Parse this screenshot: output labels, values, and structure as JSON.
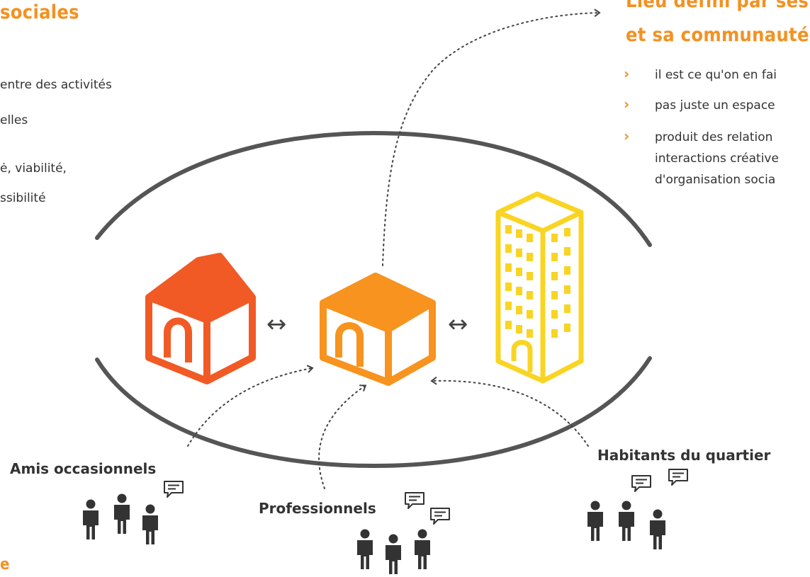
{
  "left_panel": {
    "heading": "sociales",
    "lines": [
      "entre des activités",
      "elles",
      "ė, viabilité,",
      "ssibilité"
    ],
    "bottom_fragment": "e"
  },
  "right_panel": {
    "heading_line1": "Lieu défini par ses",
    "heading_line2": "et sa communauté",
    "bullets": [
      {
        "lines": [
          "il est ce qu'on en fai"
        ]
      },
      {
        "lines": [
          "pas juste un espace"
        ]
      },
      {
        "lines": [
          "produit des relation",
          "interactions créative",
          "d'organisation socia"
        ]
      }
    ]
  },
  "center": {
    "arrow_left": "↔",
    "arrow_right": "↔"
  },
  "groups": {
    "amis": "Amis occasionnels",
    "professionnels": "Professionnels",
    "habitants": "Habitants du quartier"
  },
  "colors": {
    "house": "#f15a24",
    "center_building": "#f7931e",
    "tower": "#f9d423",
    "accent": "#f39121",
    "ellipse": "#555555",
    "people": "#333333"
  },
  "icons": [
    "house-icon",
    "building-icon",
    "tower-icon",
    "people-icon",
    "chat-bubble-icon",
    "chevron-right-icon"
  ]
}
